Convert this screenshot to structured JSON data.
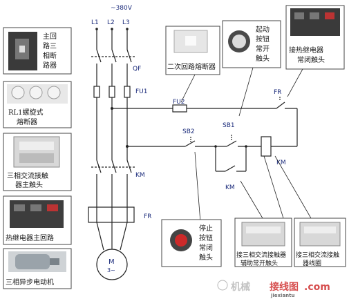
{
  "voltage": "~380V",
  "phases": [
    "L1",
    "L2",
    "L3"
  ],
  "symbols": {
    "qf": "QF",
    "fu1": "FU1",
    "fu2": "FU2",
    "fr_main": "FR",
    "fr_ctrl": "FR",
    "sb1": "SB1",
    "sb2": "SB2",
    "km_main": "KM",
    "km_coil": "KM",
    "km_aux": "KM",
    "motor_m": "M",
    "motor_phase": "3~"
  },
  "components": {
    "breaker": [
      "主回",
      "路三",
      "相断",
      "路器"
    ],
    "fuse_rl1": [
      "RL1螺旋式",
      "熔断器"
    ],
    "contactor_main": [
      "三相交流接触",
      "器主触头"
    ],
    "thermal_main": "热继电器主回路",
    "motor": "三相异步电动机",
    "fuse_secondary": "二次回路熔断器",
    "start_button": [
      "起动",
      "按钮",
      "常开",
      "触头"
    ],
    "thermal_nc": [
      "接热继电器",
      "常闭触头"
    ],
    "stop_button": [
      "停止",
      "按钮",
      "常闭",
      "触头"
    ],
    "aux_contact": [
      "接三相交流接触器",
      "辅助常开触头"
    ],
    "coil": [
      "接三相交流接触",
      "器线圈"
    ]
  },
  "watermark": {
    "text_left": "机械",
    "text_right": "接线图",
    "suffix": ".com",
    "url": "jiexiantu"
  }
}
